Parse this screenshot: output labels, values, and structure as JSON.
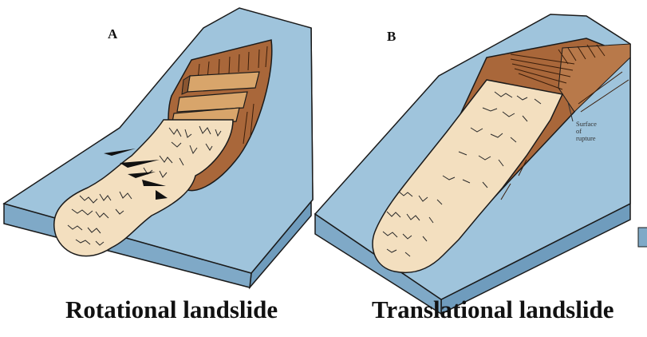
{
  "panels": [
    {
      "letter": "A",
      "caption": "Rotational landslide"
    },
    {
      "letter": "B",
      "caption": "Translational landslide",
      "annotation": "Surface\nof\nrupture"
    }
  ],
  "colors": {
    "terrain_blue": "#9fc4dc",
    "terrain_blue_dark": "#6f9cbd",
    "scarp_brown": "#a9673a",
    "slide_tan": "#f3dfbf",
    "outline": "#1a1a1a"
  }
}
